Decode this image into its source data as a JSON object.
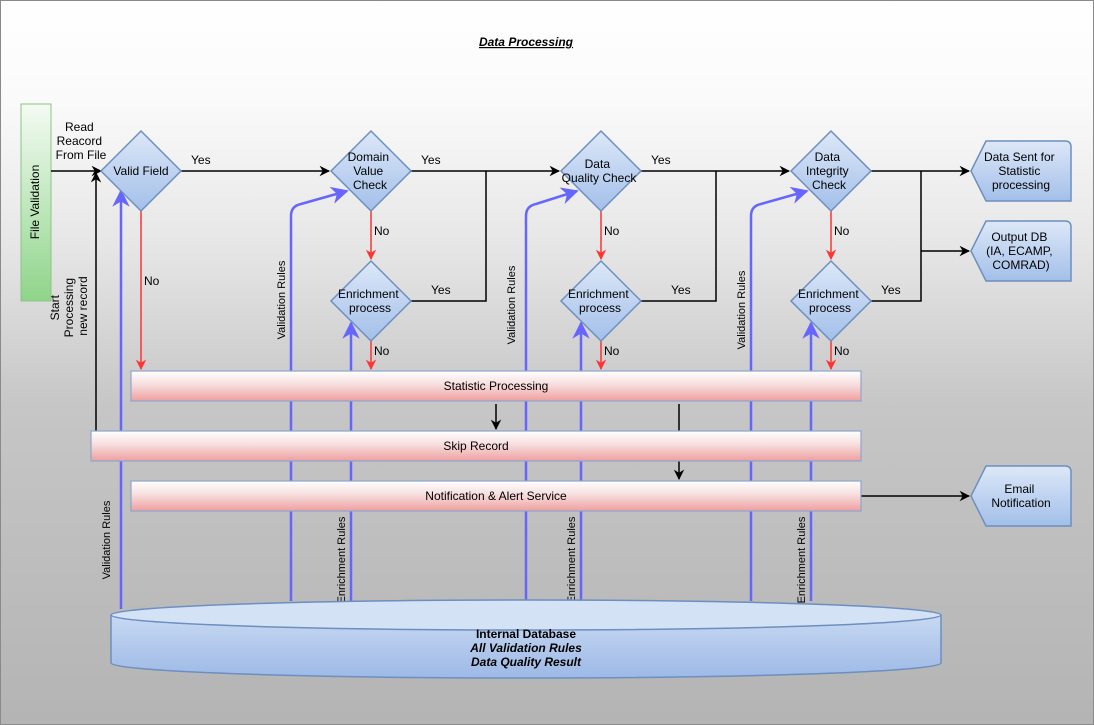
{
  "title": "Data Processing",
  "file_validation": "File Validation",
  "read_record": [
    "Read",
    "Reacord",
    "From File"
  ],
  "start_processing": [
    "Start",
    "Processing",
    "new record"
  ],
  "decisions": {
    "valid_field": [
      "Valid Field"
    ],
    "domain_value": [
      "Domain",
      "Value",
      "Check"
    ],
    "data_quality": [
      "Data",
      "Quality Check"
    ],
    "data_integrity": [
      "Data",
      "Integrity",
      "Check"
    ]
  },
  "enrichment_process": [
    "Enrichment",
    "process"
  ],
  "yes": "Yes",
  "no": "No",
  "validation_rules": "Validation Rules",
  "enrichment_rules": "Enrichment Rules",
  "bars": {
    "statistic": "Statistic Processing",
    "skip": "Skip Record",
    "notification": "Notification & Alert Service"
  },
  "outputs": {
    "stat": [
      "Data Sent for",
      "Statistic",
      "processing"
    ],
    "db": [
      "Output DB",
      "(IA, ECAMP,",
      "COMRAD)"
    ],
    "email": [
      "Email",
      "Notification"
    ]
  },
  "database": {
    "name": "Internal Database",
    "line1": "All Validation Rules",
    "line2": "Data Quality Result"
  },
  "colors": {
    "shape_fill": "#a9c4ec",
    "shape_stroke": "#6d8fbf",
    "bar_fill": "#f0a8a8",
    "arrow_black": "#000000",
    "arrow_red": "#ff3333",
    "arrow_blue": "#6666ff",
    "file_validation_green": "#8fd48a"
  }
}
